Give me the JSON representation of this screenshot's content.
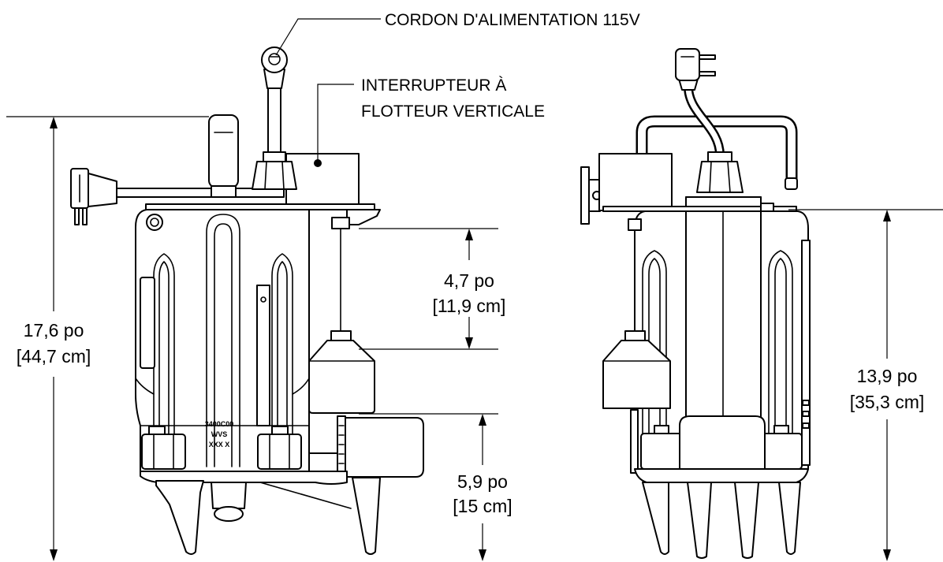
{
  "labels": {
    "power_cord": "CORDON D'ALIMENTATION 115V",
    "float_switch_line1": "INTERRUPTEUR À",
    "float_switch_line2": "FLOTTEUR VERTICALE"
  },
  "dimensions": {
    "overall_height": {
      "imperial": "17,6 po",
      "metric": "[44,7 cm]"
    },
    "body_height": {
      "imperial": "13,9 po",
      "metric": "[35,3 cm]"
    },
    "float_travel": {
      "imperial": "4,7 po",
      "metric": "[11,9 cm]"
    },
    "activation_level": {
      "imperial": "5,9 po",
      "metric": "[15 cm]"
    }
  },
  "nameplate": {
    "line1": "3400C00",
    "line2": "WVS",
    "line3": "XXX X"
  },
  "colors": {
    "line": "#000000",
    "background": "#ffffff"
  }
}
